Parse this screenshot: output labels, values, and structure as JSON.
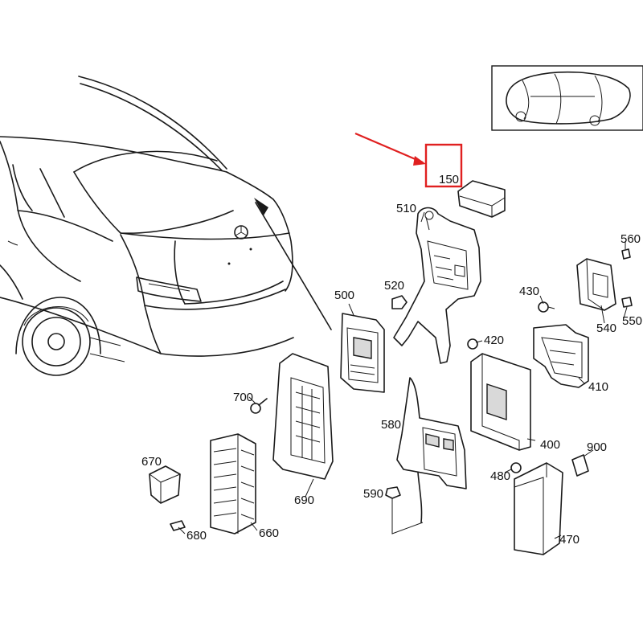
{
  "diagram": {
    "parts": {
      "p150": "150",
      "p510": "510",
      "p520": "520",
      "p500": "500",
      "p560": "560",
      "p430": "430",
      "p540": "540",
      "p550": "550",
      "p420": "420",
      "p410": "410",
      "p700": "700",
      "p580": "580",
      "p400": "400",
      "p900": "900",
      "p670": "670",
      "p480": "480",
      "p590": "590",
      "p690": "690",
      "p660": "660",
      "p680": "680",
      "p470": "470"
    },
    "highlight_color": "#e02020",
    "line_color": "#1a1a1a"
  }
}
